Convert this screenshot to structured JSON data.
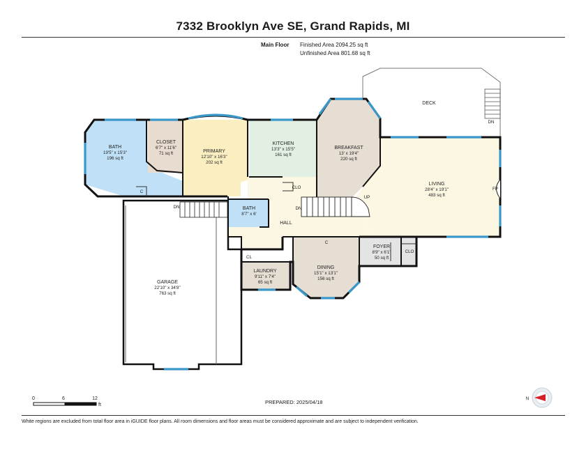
{
  "title": "7332 Brooklyn Ave SE, Grand Rapids, MI",
  "floor": {
    "name": "Main Floor",
    "finished_area": "Finished Area 2094.25 sq ft",
    "unfinished_area": "Unfinished Area 801.68 sq ft"
  },
  "rooms": {
    "bath1": {
      "name": "BATH",
      "dims": "19'5\" x 15'3\"",
      "area": "196 sq ft"
    },
    "closet": {
      "name": "CLOSET",
      "dims": "6'7\" x 11'6\"",
      "area": "71 sq ft"
    },
    "primary": {
      "name": "PRIMARY",
      "dims": "12'10\" x 16'3\"",
      "area": "202 sq ft"
    },
    "kitchen": {
      "name": "KITCHEN",
      "dims": "13'3\" x 15'5\"",
      "area": "161 sq ft"
    },
    "breakfast": {
      "name": "BREAKFAST",
      "dims": "13' x 19'4\"",
      "area": "220 sq ft"
    },
    "deck": {
      "name": "DECK"
    },
    "living": {
      "name": "LIVING",
      "dims": "28'4\" x 19'1\"",
      "area": "483 sq ft"
    },
    "bath2": {
      "name": "BATH",
      "dims": "8'7\" x 6'"
    },
    "hall": {
      "name": "HALL"
    },
    "garage": {
      "name": "GARAGE",
      "dims": "22'10\" x 34'8\"",
      "area": "763 sq ft"
    },
    "laundry": {
      "name": "LAUNDRY",
      "dims": "9'11\" x 7'4\"",
      "area": "65 sq ft"
    },
    "dining": {
      "name": "DINING",
      "dims": "15'1\" x 13'1\"",
      "area": "156 sq ft"
    },
    "foyer": {
      "name": "FOYER",
      "dims": "8'9\" x 6'1\"",
      "area": "50 sq ft"
    }
  },
  "small_labels": {
    "c1": "C",
    "c2": "C",
    "clo1": "CLO",
    "clo2": "CLO",
    "cl": "CL",
    "dn1": "DN",
    "dn2": "DN",
    "dn3": "DN",
    "up": "UP",
    "fp": "FP"
  },
  "scale": {
    "t0": "0",
    "t1": "6",
    "t2": "12",
    "unit": "ft"
  },
  "compass": {
    "label": "N"
  },
  "prepared": "PREPARED: 2025/04/18",
  "footer": "White regions are excluded from total floor area in iGUIDE floor plans. All room dimensions and floor areas must be considered approximate and are subject to independent verification.",
  "colors": {
    "bath": "#bfe0f7",
    "closet": "#e8dcd0",
    "primary": "#fbefc2",
    "kitchen": "#e2f0e4",
    "breakfast": "#e6ddd3",
    "living": "#fbf7e2",
    "hall": "#fbf7e2",
    "laundry": "#e6ddd3",
    "dining": "#e6ddd3",
    "foyer": "#e4e4e4",
    "window": "#3a97c9"
  }
}
